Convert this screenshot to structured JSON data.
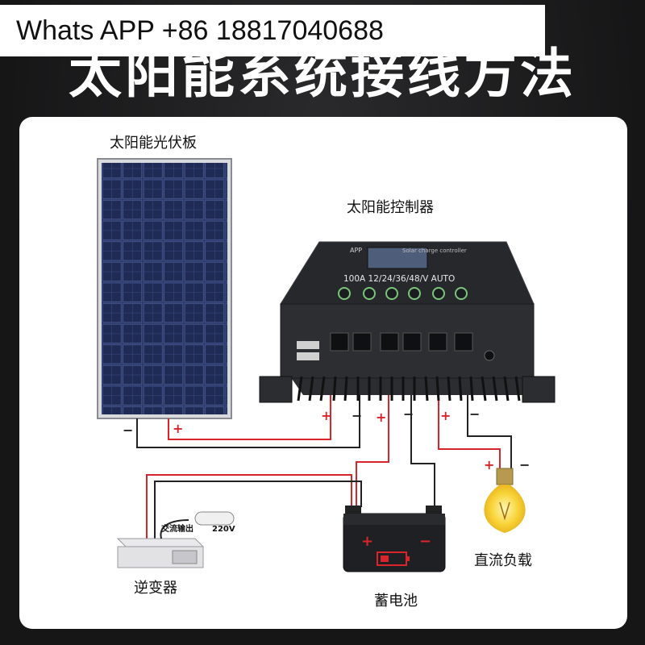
{
  "contact": "Whats APP +86 18817040688",
  "headline": "太阳能系统接线方法",
  "labels": {
    "solar_panel": "太阳能光伏板",
    "controller": "太阳能控制器",
    "inverter": "逆变器",
    "battery": "蓄电池",
    "dc_load": "直流负载"
  },
  "controller_model": "100A 12/24/36/48/V AUTO",
  "controller_brand": "APP",
  "controller_subtitle": "Solar charge controller",
  "socket_label": "交流输出",
  "socket_voltage": "220V",
  "polarity": {
    "plus": "+",
    "minus": "−"
  },
  "colors": {
    "positive_wire": "#d8242a",
    "negative_wire": "#222222",
    "panel_bg": "#ffffff",
    "page_bg": "#1b1b1c"
  }
}
